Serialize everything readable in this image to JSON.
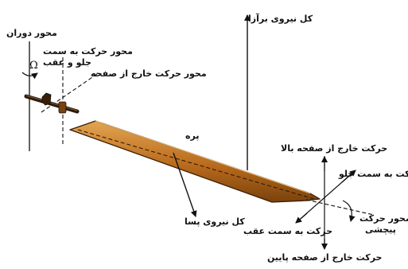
{
  "labels": {
    "rotation_axis": "محور دوران",
    "omega": "Ω",
    "fore_aft_axis_line1": "محور حرکت به سمت",
    "fore_aft_axis_line2": "جلو و عقب",
    "out_of_plane_axis": "محور حرکت خارج از صفحه",
    "total_lift": "کل نیروی برآزا",
    "blade": "پره",
    "total_drag": "کل نیروی پسا",
    "out_of_plane_up": "حرکت خارج از صفحه بالا",
    "forward_motion": "حرکت به سمت جلو",
    "backward_motion": "حرکت به سمت عقب",
    "torsion_axis_line1": "محور حرکت",
    "torsion_axis_line2": "پیچشی",
    "out_of_plane_down": "حرکت خارج از صفحه پایین"
  },
  "colors": {
    "blade_fill": "#b86a1c",
    "blade_highlight": "#e0a04a",
    "blade_edge": "#3a1f05",
    "line": "#111111"
  }
}
